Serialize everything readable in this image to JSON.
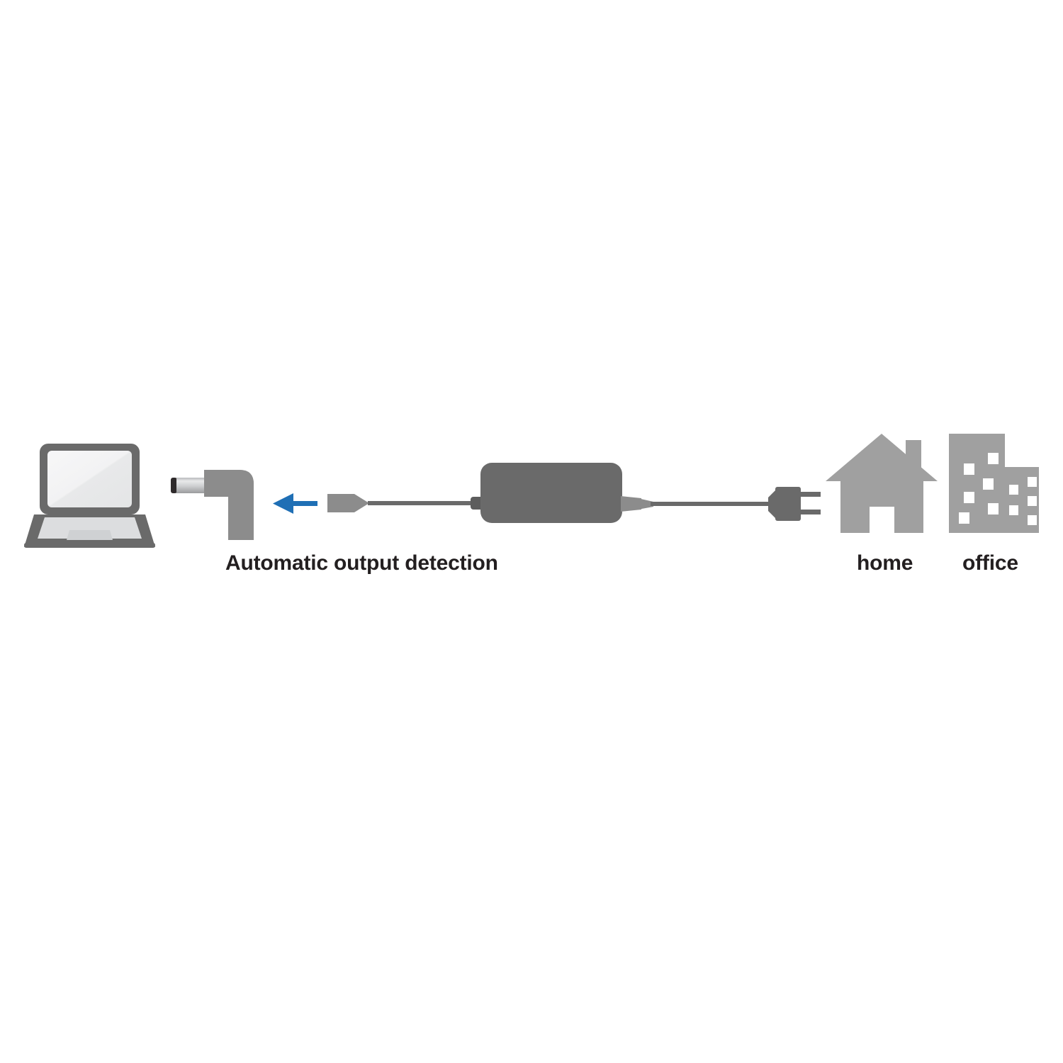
{
  "diagram": {
    "title": "Laptop universal power adapter connection diagram",
    "background_color": "#ffffff",
    "labels": {
      "auto_detect": "Automatic output detection",
      "home": "home",
      "office": "office"
    },
    "colors": {
      "icon_gray": "#a0a0a0",
      "device_dark_gray": "#6a6a6a",
      "device_mid_gray": "#8c8c8c",
      "screen_light": "#f2f2f2",
      "screen_highlight": "#e6e7e8",
      "keyboard_gray": "#dcdddf",
      "touchpad_gray": "#cfd1d3",
      "barrel_silver": "#c9cacc",
      "barrel_tip_dark": "#2e2a2b",
      "arrow_blue": "#1f6fb5",
      "text_black": "#231f20"
    },
    "elements": [
      {
        "name": "laptop",
        "description": "Open laptop with lit screen and trapezoidal base"
      },
      {
        "name": "dc-connector",
        "description": "Right-angle DC barrel plug tip aimed at the laptop"
      },
      {
        "name": "flow-arrow",
        "description": "Blue left-pointing arrow indicating insertion direction"
      },
      {
        "name": "interchangeable-tip",
        "description": "Detachable output tip block on the adapter output cable"
      },
      {
        "name": "power-brick",
        "description": "Rounded rectangular AC/DC power supply brick"
      },
      {
        "name": "ac-plug",
        "description": "European two-pin mains plug"
      },
      {
        "name": "house",
        "description": "House silhouette with chimney and door representing home use"
      },
      {
        "name": "office-buildings",
        "description": "Two office towers with windows representing office use"
      }
    ]
  }
}
